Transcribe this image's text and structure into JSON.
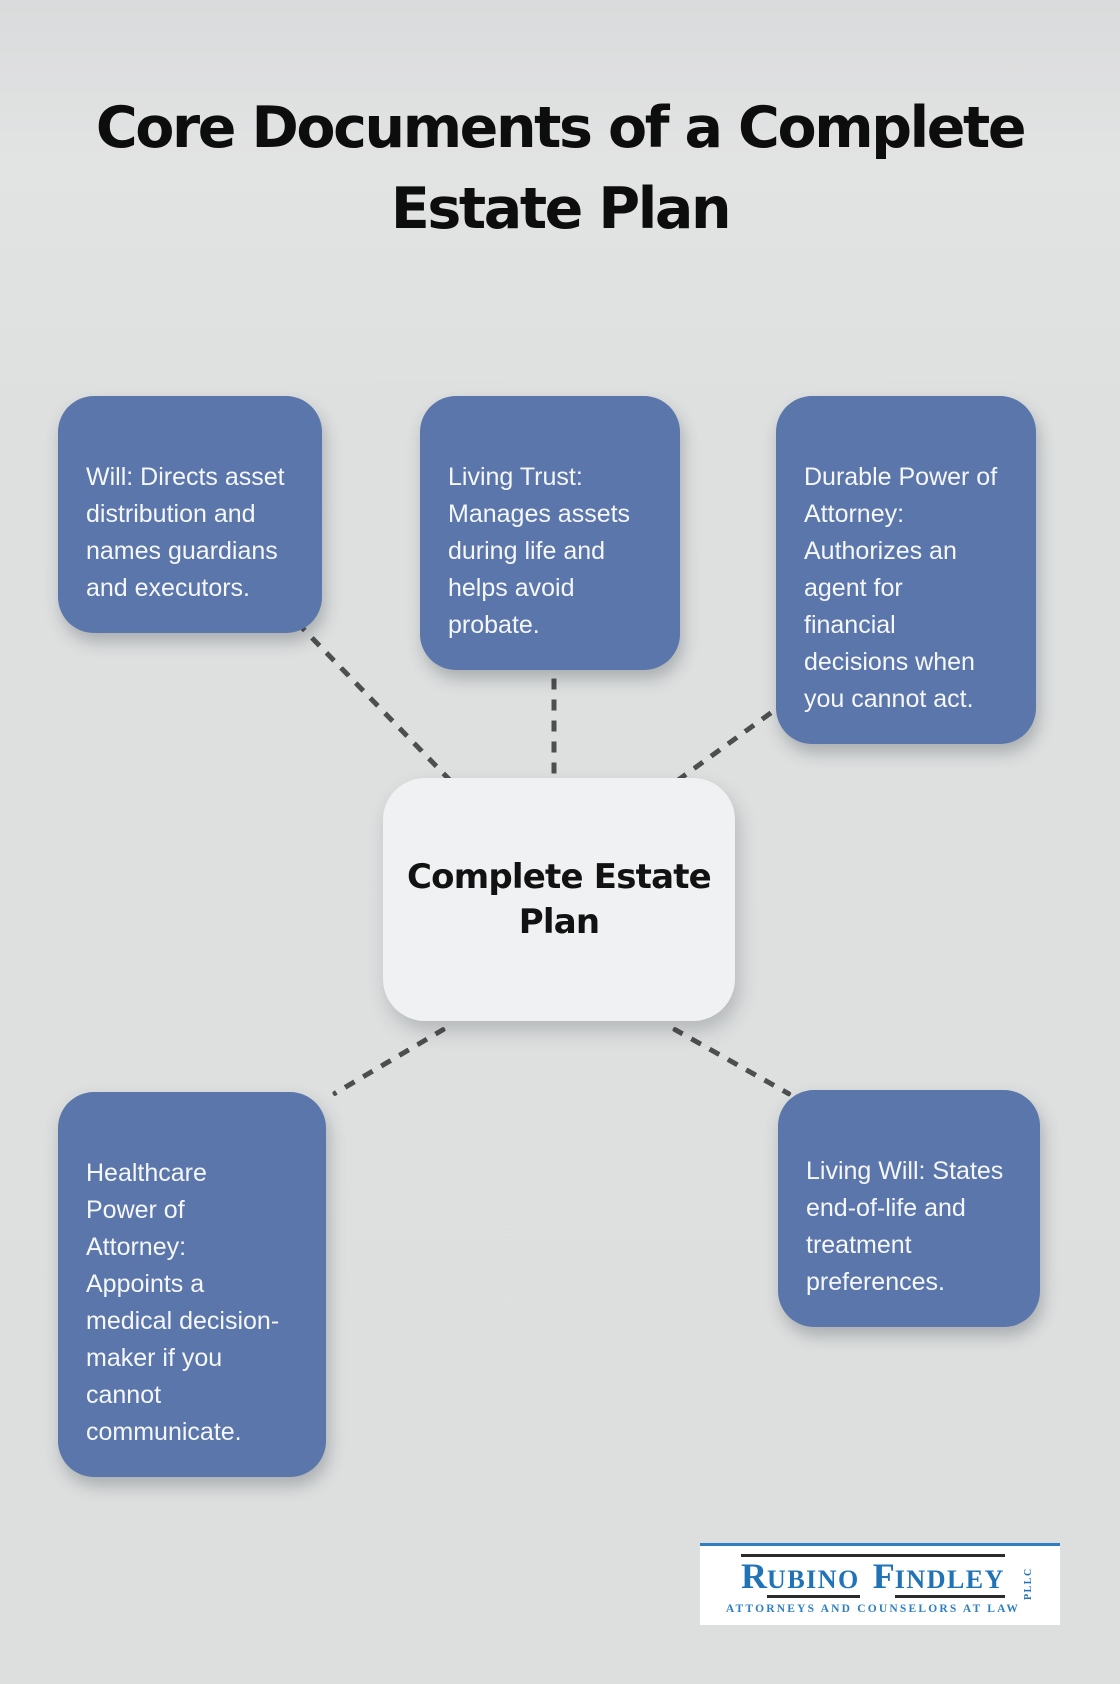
{
  "title": "Core Documents of a Complete\nEstate Plan",
  "center": {
    "label": "Complete Estate\nPlan"
  },
  "nodes": [
    {
      "id": "will",
      "text": "Will: Directs asset\ndistribution and\nnames guardians\nand executors."
    },
    {
      "id": "living-trust",
      "text": "Living Trust:\nManages assets\nduring life and\nhelps avoid\nprobate."
    },
    {
      "id": "durable-poa",
      "text": "Durable Power of\nAttorney:\nAuthorizes an\nagent for\nfinancial\ndecisions when\nyou cannot act."
    },
    {
      "id": "healthcare-poa",
      "text": "Healthcare\nPower of\nAttorney:\nAppoints a\nmedical decision-\nmaker if you\ncannot\ncommunicate."
    },
    {
      "id": "living-will",
      "text": "Living Will: States\nend-of-life and\ntreatment\npreferences."
    }
  ],
  "logo": {
    "name_part1_initial": "R",
    "name_part1_rest": "UBINO",
    "name_part2_initial": "F",
    "name_part2_rest": "INDLEY",
    "suffix": "PLLC",
    "tagline": "ATTORNEYS AND COUNSELORS AT LAW"
  },
  "colors": {
    "background": "#dee0e0",
    "node_fill": "#5b76ab",
    "node_text": "#f5f7f9",
    "center_fill": "#f0f1f2",
    "center_text": "#121212",
    "title_color": "#0d0d0d",
    "connector": "#4e4e4e",
    "logo_blue": "#2173b8",
    "logo_light_blue": "#2e7fc1",
    "logo_rule": "#2b2b2b"
  }
}
